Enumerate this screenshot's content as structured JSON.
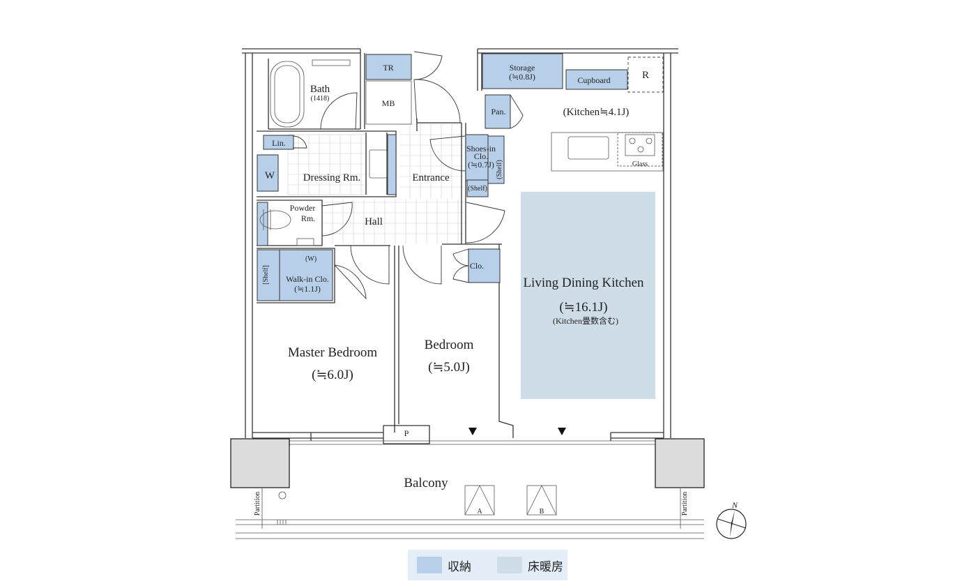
{
  "rooms": {
    "bath": "Bath",
    "bath_size": "(1418)",
    "tr": "TR",
    "mb": "MB",
    "storage": "Storage",
    "storage_area": "(≒0.8J)",
    "cupboard": "Cupboard",
    "refrigerator": "R",
    "pantry": "Pan.",
    "kitchen": "(Kitchen≒4.1J)",
    "linen": "Lin.",
    "washer": "W",
    "dressing": "Dressing Rm.",
    "entrance": "Entrance",
    "shoes_in_1": "Shoes-in",
    "shoes_in_2": "Clo.",
    "shoes_in_area": "(≒0.7J)",
    "shelf_vertical": "(Shelf)",
    "shelf_small": "(Shelf)",
    "glass": "Glass",
    "powder_1": "Powder",
    "powder_2": "Rm.",
    "hall": "Hall",
    "walk_in_w": "(W)",
    "walk_in_shelf": "[Shelf]",
    "walk_in_1": "Walk-in Clo.",
    "walk_in_area": "(≒1.1J)",
    "closet": "Clo.",
    "ldk": "Living Dining Kitchen",
    "ldk_area": "(≒16.1J)",
    "ldk_note": "(Kitchen畳数含む)",
    "master": "Master Bedroom",
    "master_area": "(≒6.0J)",
    "bedroom": "Bedroom",
    "bedroom_area": "(≒5.0J)",
    "pipe": "P",
    "balcony": "Balcony",
    "unit_a": "A",
    "unit_b": "B",
    "partition_left": "Partition",
    "partition_right": "Partition",
    "north": "N"
  },
  "legend": {
    "storage_label": "収納",
    "storage_color": "#b8cfe9",
    "heating_label": "床暖房",
    "heating_color": "#cfdde8"
  }
}
